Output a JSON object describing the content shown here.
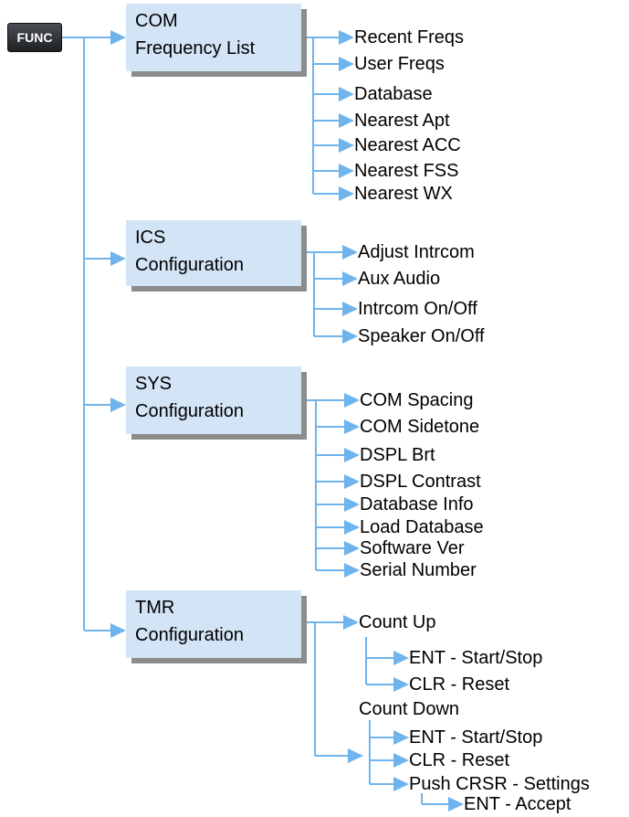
{
  "func_button": {
    "label": "FUNC"
  },
  "colors": {
    "arrow": "#6fb4ec",
    "box": "#d3e4f6",
    "shadow": "#8c8c8c"
  },
  "menus": [
    {
      "line1": "COM",
      "line2": "Frequency List",
      "items": [
        "Recent Freqs",
        "User Freqs",
        "Database",
        "Nearest Apt",
        "Nearest ACC",
        "Nearest FSS",
        "Nearest WX"
      ]
    },
    {
      "line1": "ICS",
      "line2": "Configuration",
      "items": [
        "Adjust Intrcom",
        "Aux Audio",
        "Intrcom On/Off",
        "Speaker On/Off"
      ]
    },
    {
      "line1": "SYS",
      "line2": "Configuration",
      "items": [
        "COM Spacing",
        "COM Sidetone",
        "DSPL Brt",
        "DSPL Contrast",
        "Database Info",
        "Load Database",
        "Software Ver",
        "Serial Number"
      ]
    },
    {
      "line1": "TMR",
      "line2": "Configuration",
      "count_up": {
        "label": "Count Up",
        "items": [
          "ENT - Start/Stop",
          "CLR - Reset"
        ]
      },
      "count_down": {
        "label": "Count Down",
        "items": [
          "ENT - Start/Stop",
          "CLR - Reset",
          "Push CRSR - Settings"
        ],
        "settings_items": [
          "ENT - Accept"
        ]
      }
    }
  ]
}
